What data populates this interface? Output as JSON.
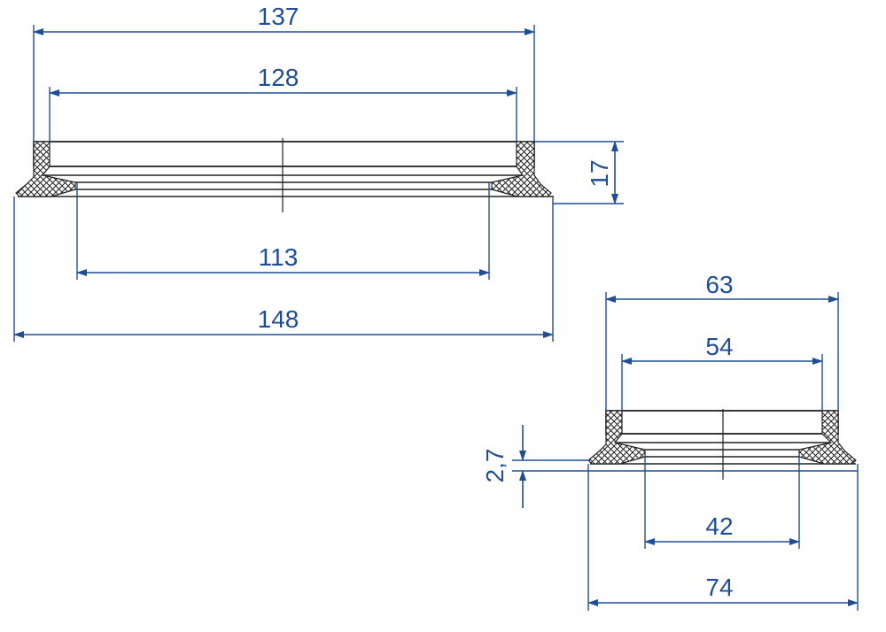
{
  "large_part": {
    "dims": {
      "outer_top": "137",
      "inner_top": "128",
      "bottom_inner": "113",
      "overall": "148",
      "height": "17"
    }
  },
  "small_part": {
    "dims": {
      "outer_top": "63",
      "inner_top": "54",
      "bottom_inner": "42",
      "overall": "74",
      "height": "2,7"
    }
  },
  "colors": {
    "dimension": "#1f4e96",
    "outline": "#222222"
  }
}
